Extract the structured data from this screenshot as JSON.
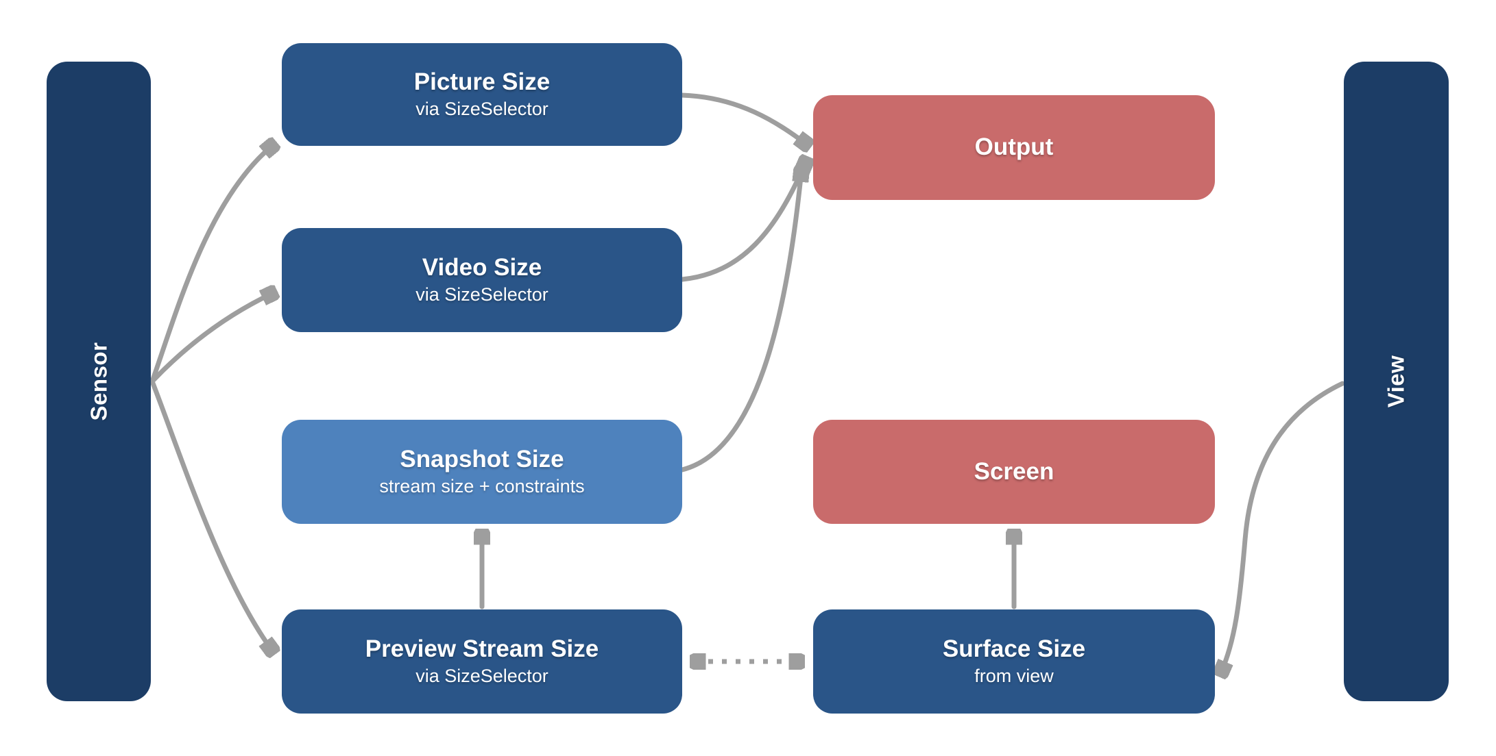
{
  "diagram": {
    "bars": {
      "sensor": {
        "label": "Sensor"
      },
      "view": {
        "label": "View"
      }
    },
    "nodes": {
      "picture": {
        "title": "Picture Size",
        "subtitle": "via SizeSelector"
      },
      "video": {
        "title": "Video Size",
        "subtitle": "via SizeSelector"
      },
      "snapshot": {
        "title": "Snapshot Size",
        "subtitle": "stream size + constraints"
      },
      "preview": {
        "title": "Preview Stream Size",
        "subtitle": "via SizeSelector"
      },
      "output": {
        "title": "Output"
      },
      "screen": {
        "title": "Screen"
      },
      "surface": {
        "title": "Surface Size",
        "subtitle": "from view"
      }
    },
    "edges": [
      {
        "from": "sensor",
        "to": "picture",
        "style": "solid",
        "bidirectional": false
      },
      {
        "from": "sensor",
        "to": "video",
        "style": "solid",
        "bidirectional": false
      },
      {
        "from": "sensor",
        "to": "preview",
        "style": "solid",
        "bidirectional": false
      },
      {
        "from": "picture",
        "to": "output",
        "style": "solid",
        "bidirectional": false
      },
      {
        "from": "video",
        "to": "output",
        "style": "solid",
        "bidirectional": false
      },
      {
        "from": "snapshot",
        "to": "output",
        "style": "solid",
        "bidirectional": false
      },
      {
        "from": "preview",
        "to": "snapshot",
        "style": "solid",
        "bidirectional": false
      },
      {
        "from": "surface",
        "to": "screen",
        "style": "solid",
        "bidirectional": false
      },
      {
        "from": "preview",
        "to": "surface",
        "style": "dotted",
        "bidirectional": true
      },
      {
        "from": "view",
        "to": "surface",
        "style": "solid",
        "bidirectional": false
      }
    ],
    "colors": {
      "bar_navy": "#1C3D66",
      "node_blue": "#2A5588",
      "node_light_blue": "#4E82BD",
      "node_red": "#C96B6B",
      "arrow_gray": "#9E9E9E",
      "text": "#FFFFFF",
      "background": "#FFFFFF"
    }
  }
}
